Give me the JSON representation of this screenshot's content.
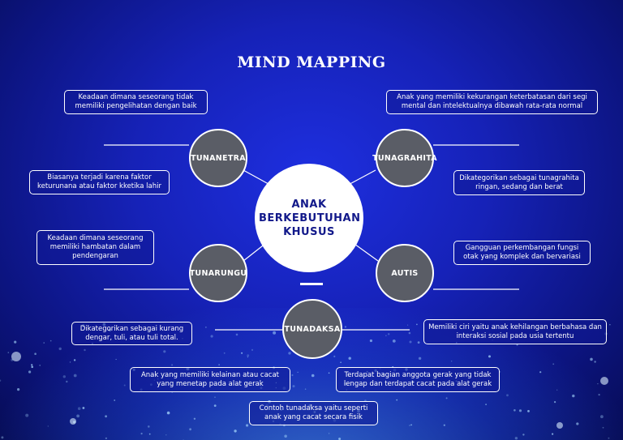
{
  "title": "MIND MAPPING",
  "center": "ANAK BERKEBUTUHAN KHUSUS",
  "nodes": {
    "tunanetra": "TUNANETRA",
    "tunagrahita": "TUNAGRAHITA",
    "tunarungu": "TUNARUNGU",
    "autis": "AUTIS",
    "tunadaksa": "TUNADAKSA"
  },
  "boxes": {
    "tunanetra_1": "Keadaan dimana seseorang tidak memiliki pengelihatan dengan baik",
    "tunanetra_2": "Biasanya terjadi karena faktor keturunana atau faktor kketika lahir",
    "tunagrahita_1": "Anak yang memiliki kekurangan keterbatasan dari segi mental dan intelektualnya dibawah rata-rata normal",
    "tunagrahita_2": "Dikategorikan sebagai tunagrahita ringan, sedang dan berat",
    "tunarungu_1": "Keadaan dimana seseorang memiliki hambatan dalam pendengaran",
    "tunarungu_2": "Dikategorikan sebagai kurang dengar, tuli, atau tuli total.",
    "autis_1": "Gangguan perkembangan fungsi otak yang komplek dan bervariasi",
    "autis_2": "Memiliki ciri yaitu anak kehilangan berbahasa dan interaksi sosial pada usia tertentu",
    "tunadaksa_1": "Anak yang memiliki kelainan atau cacat yang menetap pada alat gerak",
    "tunadaksa_2": "Terdapat bagian anggota gerak yang tidak lengap dan terdapat cacat pada alat gerak",
    "tunadaksa_3": "Contoh tunadaksa yaitu seperti anak yang cacat secara fisik"
  },
  "colors": {
    "background": "#1622b8",
    "node_fill": "#5a5d66",
    "center_text": "#12198a",
    "line": "#ffffff"
  }
}
